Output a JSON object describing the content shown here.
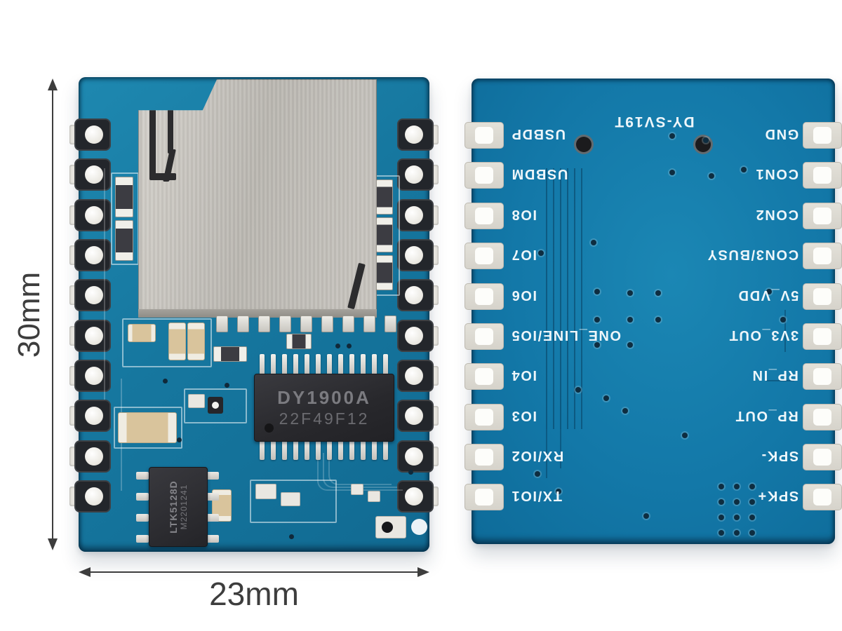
{
  "dimensions": {
    "height": "30mm",
    "width": "23mm"
  },
  "front": {
    "main_chip": {
      "line1": "DY1900A",
      "line2": "22F49F12"
    },
    "amp_chip": {
      "line1": "LTK5128D",
      "line2": "M2201241"
    }
  },
  "back": {
    "model": "DY-SV19T",
    "left_pins": [
      "USBDP",
      "USBDM",
      "IO8",
      "IO7",
      "IO6",
      "ONE_LINE/IO5",
      "IO4",
      "IO3",
      "RX/IO2",
      "TX/IO1"
    ],
    "right_pins": [
      "GND",
      "CON1",
      "CON2",
      "CON3/BUSY",
      "5V_VDD",
      "3V3_OUT",
      "RP_IN",
      "RP_OUT",
      "SPK-",
      "SPK+"
    ]
  },
  "colors": {
    "pcb_front": "#16779f",
    "pcb_back": "#1378a8",
    "silkscreen": "#eef6fa",
    "pad_silver": "#e6e4de",
    "chip_body": "#2b2b2e",
    "sd_metal": "#c3c0ba",
    "component_tan": "#d9c49c",
    "dimension_ink": "#3d3d3d",
    "background": "#ffffff"
  }
}
